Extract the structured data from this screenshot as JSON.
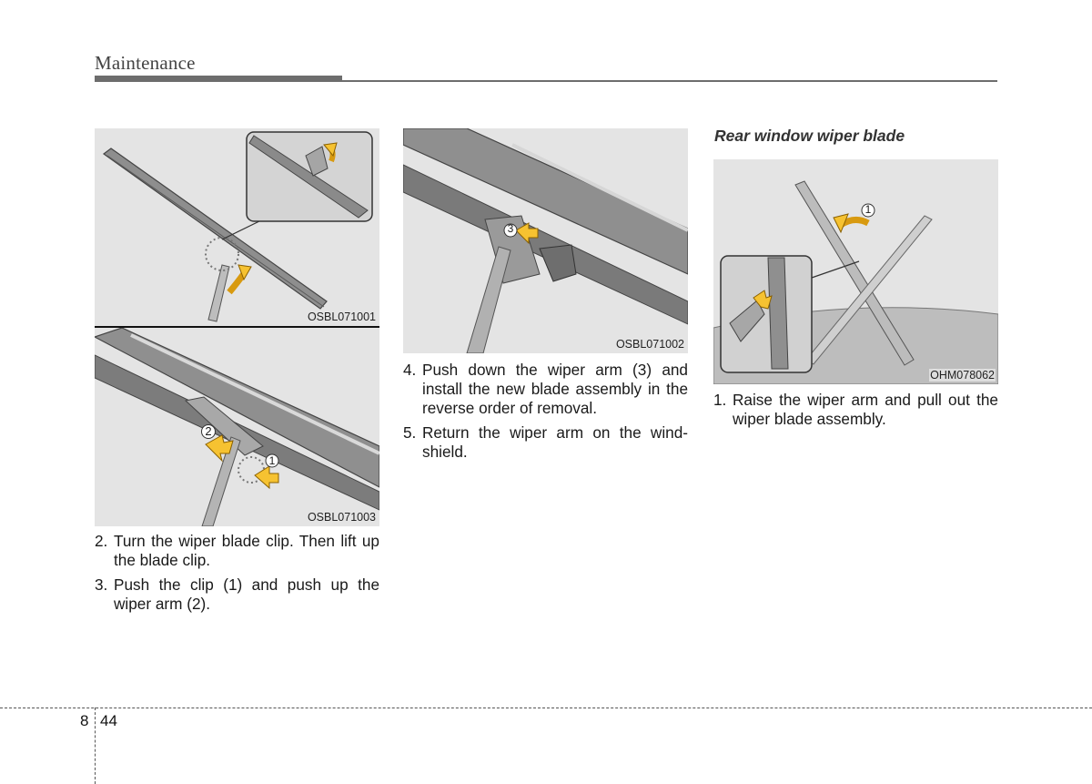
{
  "header": {
    "title": "Maintenance"
  },
  "figures": [
    {
      "code": "OSBL071001",
      "callouts": []
    },
    {
      "code": "OSBL071003",
      "callouts": [
        "2",
        "1"
      ]
    },
    {
      "code": "OSBL071002",
      "callouts": [
        "3"
      ]
    },
    {
      "code": "OHM078062",
      "callouts": [
        "1"
      ]
    }
  ],
  "column1": {
    "steps": [
      {
        "num": "2.",
        "text": "Turn the wiper blade clip. Then lift up the blade clip."
      },
      {
        "num": "3.",
        "text": "Push the clip (1) and push up the wiper arm (2)."
      }
    ]
  },
  "column2": {
    "steps": [
      {
        "num": "4.",
        "text": "Push down the wiper arm (3) and install the new blade assembly in the reverse order of removal."
      },
      {
        "num": "5.",
        "text": "Return the wiper arm on the wind-shield."
      }
    ]
  },
  "column3": {
    "heading": "Rear window wiper blade",
    "steps": [
      {
        "num": "1.",
        "text": "Raise the wiper arm and pull out the wiper blade assembly."
      }
    ]
  },
  "footer": {
    "chapter": "8",
    "page": "44"
  },
  "colors": {
    "accent_arrow": "#f6c231",
    "rule": "#6d6d6d",
    "figure_bg": "#e4e4e4"
  }
}
